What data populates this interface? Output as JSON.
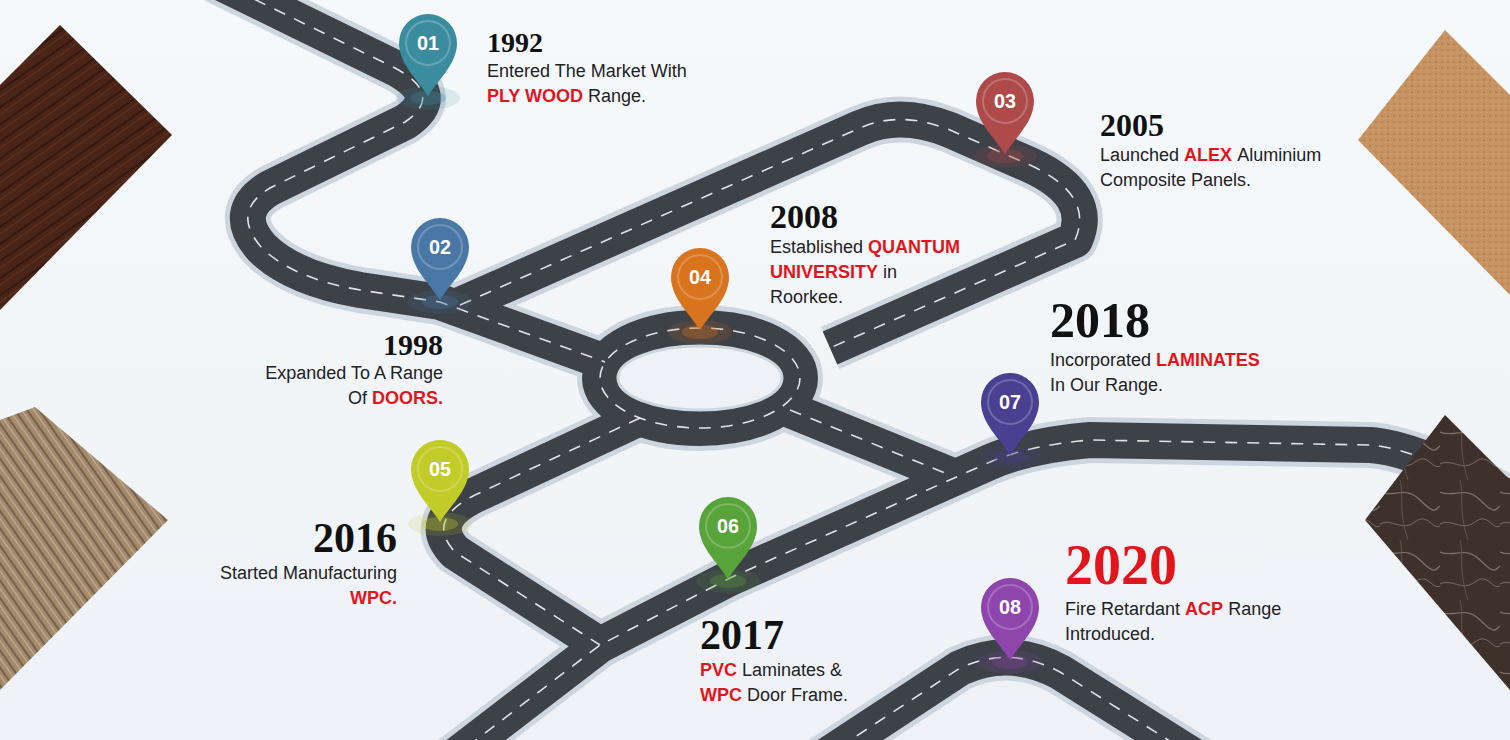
{
  "diagram": {
    "nodes": [
      {
        "text": [
          "01",
          "1992",
          "Entered The Market With",
          "PLY WOOD",
          "Range."
        ]
      },
      {
        "text": [
          "02",
          "1998",
          "Expanded To A Range",
          "Of",
          "DOORS."
        ]
      },
      {
        "text": [
          "03",
          "2005",
          "Launched",
          "ALEX",
          "Aluminium Composite Panels."
        ]
      },
      {
        "text": [
          "04",
          "2008",
          "Established",
          "QUANTUM UNIVERSITY",
          "in Roorkee."
        ]
      },
      {
        "text": [
          "05",
          "2016",
          "Started Manufacturing",
          "WPC."
        ]
      },
      {
        "text": [
          "06",
          "2017",
          "PVC",
          "Laminates &",
          "WPC",
          "Door Frame."
        ]
      },
      {
        "text": [
          "07",
          "2018",
          "Incorporated",
          "LAMINATES",
          "In Our Range."
        ]
      },
      {
        "text": [
          "08",
          "2020",
          "Fire Retardant",
          "ACP",
          "Range Introduced."
        ]
      }
    ]
  }
}
